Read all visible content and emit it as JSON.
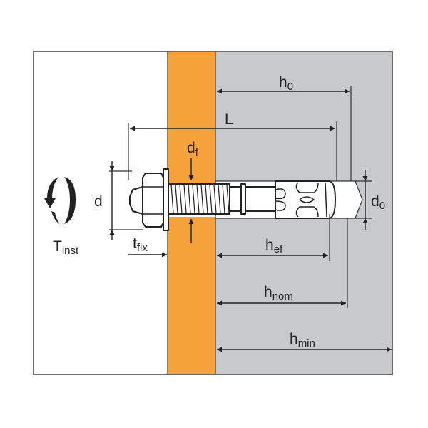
{
  "colors": {
    "fixture": "#f6a23a",
    "base_material": "#c8c9cb",
    "line": "#222222",
    "frame": "#6e6e6e"
  },
  "labels": {
    "h0": {
      "main": "h",
      "sub": "0"
    },
    "L": {
      "main": "L"
    },
    "df": {
      "main": "d",
      "sub": "f"
    },
    "d": {
      "main": "d"
    },
    "d0": {
      "main": "d",
      "sub": "0"
    },
    "tinst": {
      "main": "T",
      "sub": "inst"
    },
    "tfix": {
      "main": "t",
      "sub": "fix"
    },
    "hef": {
      "main": "h",
      "sub": "ef"
    },
    "hnom": {
      "main": "h",
      "sub": "nom"
    },
    "hmin": {
      "main": "h",
      "sub": "min"
    }
  },
  "icons": {
    "torque": "rotate-arrow-icon"
  }
}
